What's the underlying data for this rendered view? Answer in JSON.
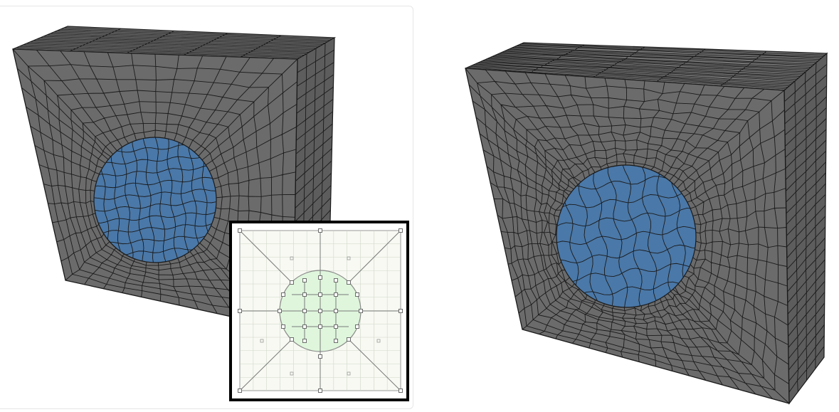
{
  "colors": {
    "mesh_face": "#6b6b6b",
    "mesh_face_top": "#767676",
    "mesh_face_side": "#5d5d5d",
    "mesh_line": "#1a1a1a",
    "hole_fill": "#4a78a8",
    "inset_border": "#000000",
    "inset_bg": "#f7f9f2",
    "inset_grid": "#c8cec0",
    "inset_circle_fill": "#dff6dc",
    "inset_node": "#6c6c6c"
  },
  "figures": [
    {
      "name": "structured-hex-mesh-block",
      "mesh": "structured",
      "inset": "block-decomposition-diagram"
    },
    {
      "name": "unstructured-hex-mesh-block",
      "mesh": "unstructured"
    }
  ]
}
